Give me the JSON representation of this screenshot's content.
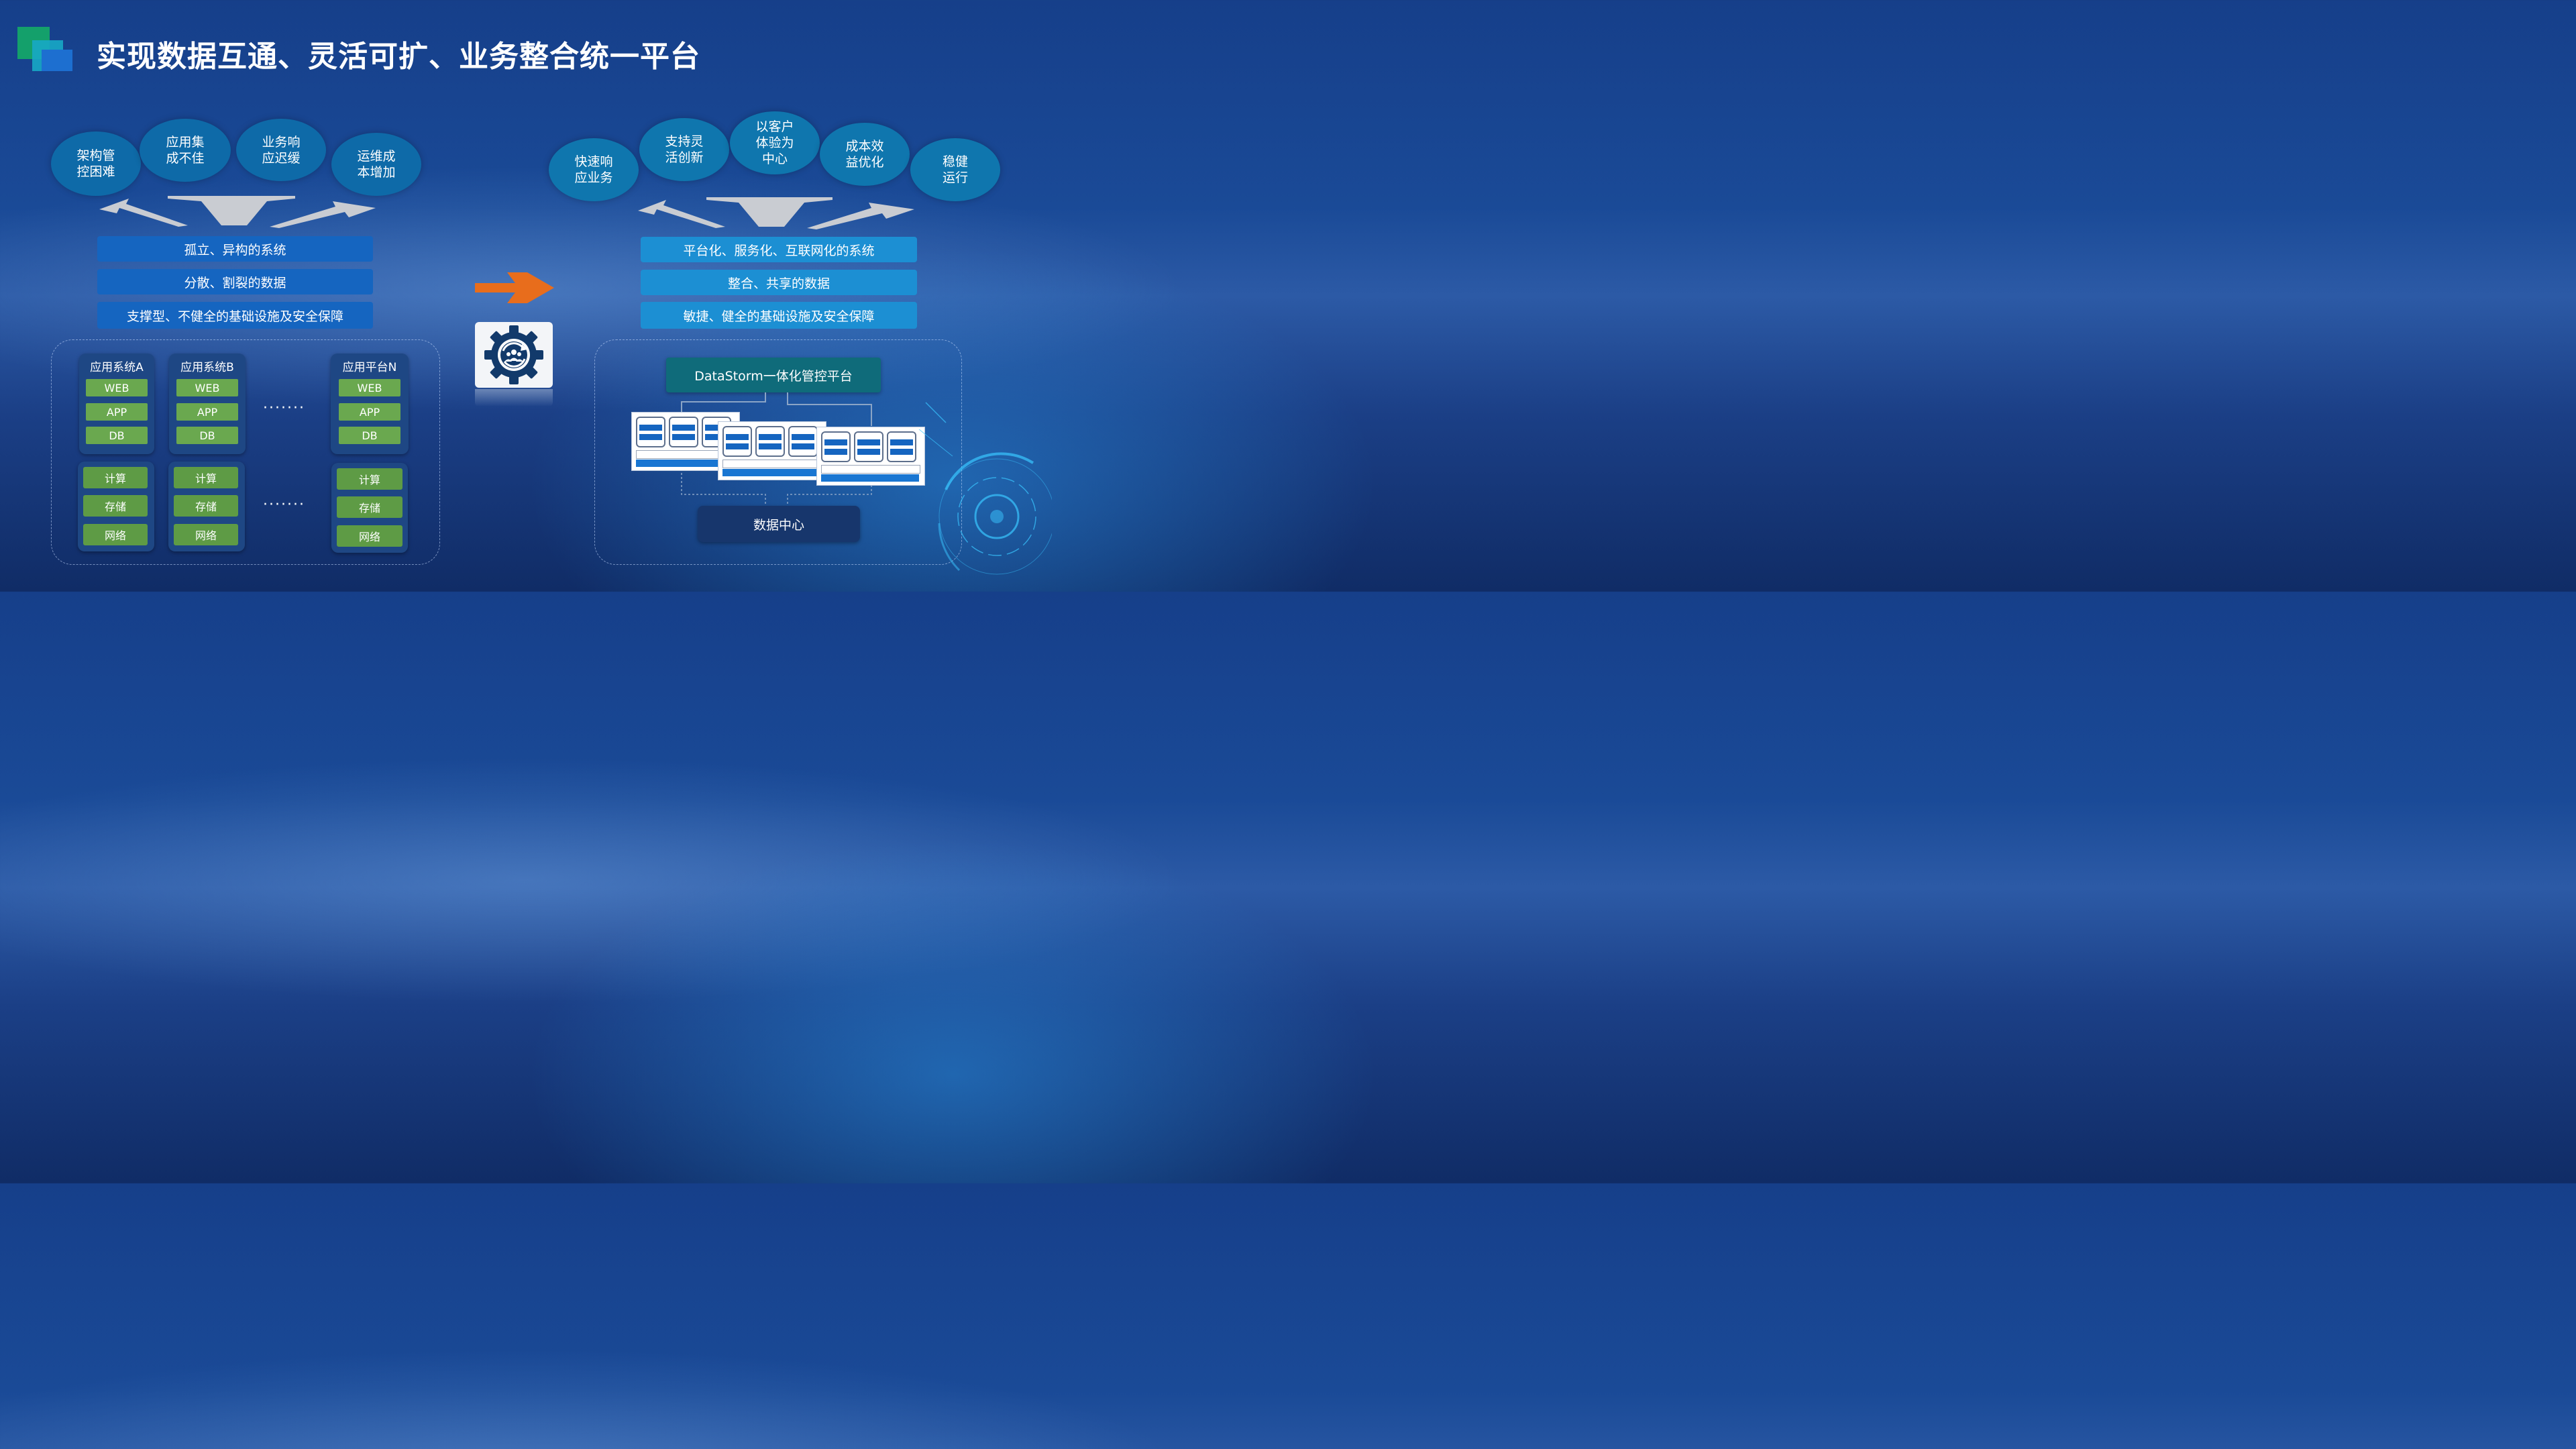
{
  "title": "实现数据互通、灵活可扩、业务整合统一平台",
  "left": {
    "pain_points": [
      "架构管\n控困难",
      "应用集\n成不佳",
      "业务响\n应迟缓",
      "运维成\n本增加"
    ],
    "layers": [
      "孤立、异构的系统",
      "分散、割裂的数据",
      "支撑型、不健全的基础设施及安全保障"
    ],
    "systems": [
      {
        "name": "应用系统A",
        "stack": [
          "WEB",
          "APP",
          "DB"
        ]
      },
      {
        "name": "应用系统B",
        "stack": [
          "WEB",
          "APP",
          "DB"
        ]
      },
      {
        "name": "应用平台N",
        "stack": [
          "WEB",
          "APP",
          "DB"
        ]
      }
    ],
    "infrastructure": [
      "计算",
      "存储",
      "网络"
    ],
    "ellipsis": "·······"
  },
  "right": {
    "benefits": [
      "快速响\n应业务",
      "支持灵\n活创新",
      "以客户\n体验为\n中心",
      "成本效\n益优化",
      "稳健\n运行"
    ],
    "layers": [
      "平台化、服务化、互联网化的系统",
      "整合、共享的数据",
      "敏捷、健全的基础设施及安全保障"
    ],
    "platform": "DataStorm一体化管控平台",
    "datacenter": "数据中心"
  },
  "colors": {
    "logo_green": "#14a06b",
    "logo_teal": "#17a9c5",
    "logo_blue": "#1d6fd0",
    "arrow_orange": "#e86d1c",
    "bar_left": "#1565c0",
    "bar_right": "#1c8fd3",
    "stack_green": "#6aa84f"
  },
  "icons": [
    "arrow-right-icon",
    "gear-team-icon",
    "server-rack-icon"
  ]
}
